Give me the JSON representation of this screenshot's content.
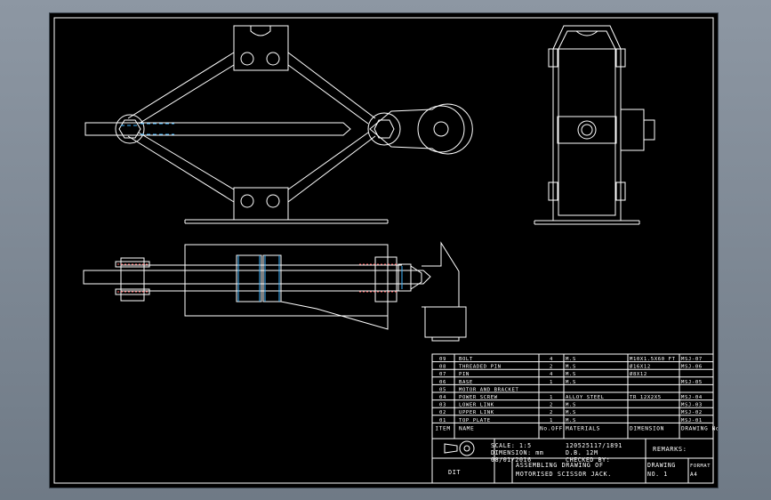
{
  "title_block": {
    "parts": [
      {
        "item": "09",
        "name": "BOLT",
        "qty": "4",
        "material": "M.S",
        "dimension": "M10X1.5X60 FT",
        "drawing_no": "MSJ-07"
      },
      {
        "item": "08",
        "name": "THREADED PIN",
        "qty": "2",
        "material": "M.S",
        "dimension": "Ø16X12",
        "drawing_no": "MSJ-06"
      },
      {
        "item": "07",
        "name": "PIN",
        "qty": "4",
        "material": "M.S",
        "dimension": "Ø8X12",
        "drawing_no": ""
      },
      {
        "item": "06",
        "name": "BASE",
        "qty": "1",
        "material": "M.S",
        "dimension": "",
        "drawing_no": "MSJ-05"
      },
      {
        "item": "05",
        "name": "MOTOR AND BRACKET",
        "qty": "",
        "material": "",
        "dimension": "",
        "drawing_no": ""
      },
      {
        "item": "04",
        "name": "POWER SCREW",
        "qty": "1",
        "material": "ALLOY STEEL",
        "dimension": "TR 12X2X5",
        "drawing_no": "MSJ-04"
      },
      {
        "item": "03",
        "name": "LOWER LINK",
        "qty": "2",
        "material": "M.S",
        "dimension": "",
        "drawing_no": "MSJ-03"
      },
      {
        "item": "02",
        "name": "UPPER LINK",
        "qty": "2",
        "material": "M.S",
        "dimension": "",
        "drawing_no": "MSJ-02"
      },
      {
        "item": "01",
        "name": "TOP PLATE",
        "qty": "1",
        "material": "M.S",
        "dimension": "",
        "drawing_no": "MSJ-01"
      }
    ],
    "header": {
      "item": "ITEM",
      "name": "NAME",
      "qty": "No.OFF",
      "material": "MATERIALS",
      "dimension": "DIMENSION",
      "drawing_no": "DRAWING No."
    },
    "scale": "SCALE: 1:5",
    "reg_no": "120525117/1891",
    "dimension_units": "DIMENSION: mm",
    "drawn_by": "D.B. 12M",
    "date": "08/01/2016",
    "checked_by": "CHECKED BY:",
    "remarks": "REMARKS:",
    "institute": "DIT",
    "drawing_title_line1": "ASSEMBLING DRAWING OF",
    "drawing_title_line2": "MOTORISED SCISSOR JACK.",
    "drawing_label": "DRAWING",
    "drawing_number": "NO.  1",
    "format_label": "FORMAT",
    "format_value": "A4"
  }
}
